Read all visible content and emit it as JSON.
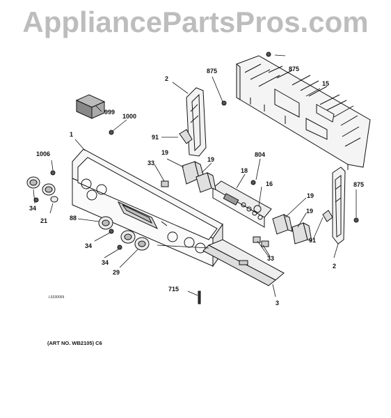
{
  "watermark": "AppliancePartsPros.com",
  "drawing_id": "L5330059",
  "art_no": "(ART NO. WB2105) C6",
  "callouts": {
    "c875a": "875",
    "c875b": "875",
    "c875c": "875",
    "c15": "15",
    "c2a": "2",
    "c2b": "2",
    "c999": "999",
    "c1000": "1000",
    "c91a": "91",
    "c91b": "91",
    "c1": "1",
    "c1006": "1006",
    "c19a": "19",
    "c19b": "19",
    "c19c": "19",
    "c19d": "19",
    "c804": "804",
    "c33a": "33",
    "c33b": "33",
    "c18": "18",
    "c16": "16",
    "c34a": "34",
    "c34b": "34",
    "c34c": "34",
    "c21": "21",
    "c88": "88",
    "c29": "29",
    "c715": "715",
    "c3": "3"
  }
}
